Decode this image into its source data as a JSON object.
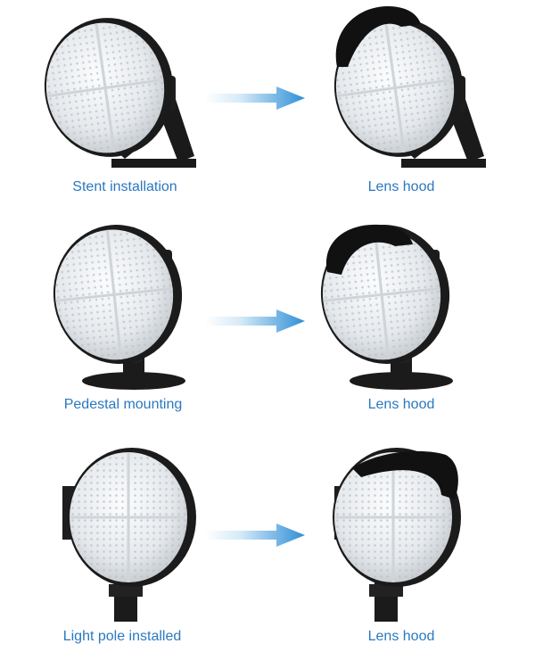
{
  "rows": [
    {
      "left_caption": "Stent installation",
      "right_caption": "Lens hood"
    },
    {
      "left_caption": "Pedestal mounting",
      "right_caption": "Lens hood"
    },
    {
      "left_caption": "Light pole installed",
      "right_caption": "Lens hood"
    }
  ],
  "colors": {
    "caption": "#2a78c0",
    "arrow_start": "#eaf4fb",
    "arrow_end": "#2f8fd6",
    "housing": "#1a1a1a",
    "lens": "#e9ecef"
  },
  "icons": [
    "arrow-right-icon",
    "floodlight-icon",
    "lens-hood-icon"
  ]
}
